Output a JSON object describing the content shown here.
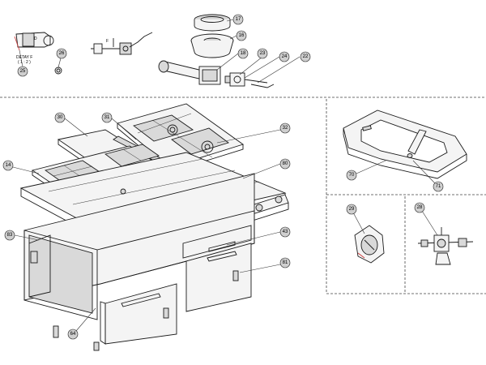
{
  "detail_label": "DETAY F",
  "detail_scale": "( 1 : 2 )",
  "detail_letter_d": "D",
  "detail_letter_f": "F",
  "callouts": [
    {
      "id": "c17",
      "label": "17"
    },
    {
      "id": "c16",
      "label": "16"
    },
    {
      "id": "c18",
      "label": "18"
    },
    {
      "id": "c23",
      "label": "23"
    },
    {
      "id": "c24",
      "label": "24"
    },
    {
      "id": "c22",
      "label": "22"
    },
    {
      "id": "c25",
      "label": "25"
    },
    {
      "id": "c26",
      "label": "26"
    },
    {
      "id": "c30",
      "label": "30"
    },
    {
      "id": "c31",
      "label": "31"
    },
    {
      "id": "c32",
      "label": "32"
    },
    {
      "id": "c14",
      "label": "14"
    },
    {
      "id": "c80",
      "label": "80"
    },
    {
      "id": "c83",
      "label": "83"
    },
    {
      "id": "c43",
      "label": "43"
    },
    {
      "id": "c81",
      "label": "81"
    },
    {
      "id": "c64",
      "label": "64"
    },
    {
      "id": "c70",
      "label": "70"
    },
    {
      "id": "c71",
      "label": "71"
    },
    {
      "id": "c29",
      "label": "29"
    },
    {
      "id": "c28",
      "label": "28"
    }
  ]
}
